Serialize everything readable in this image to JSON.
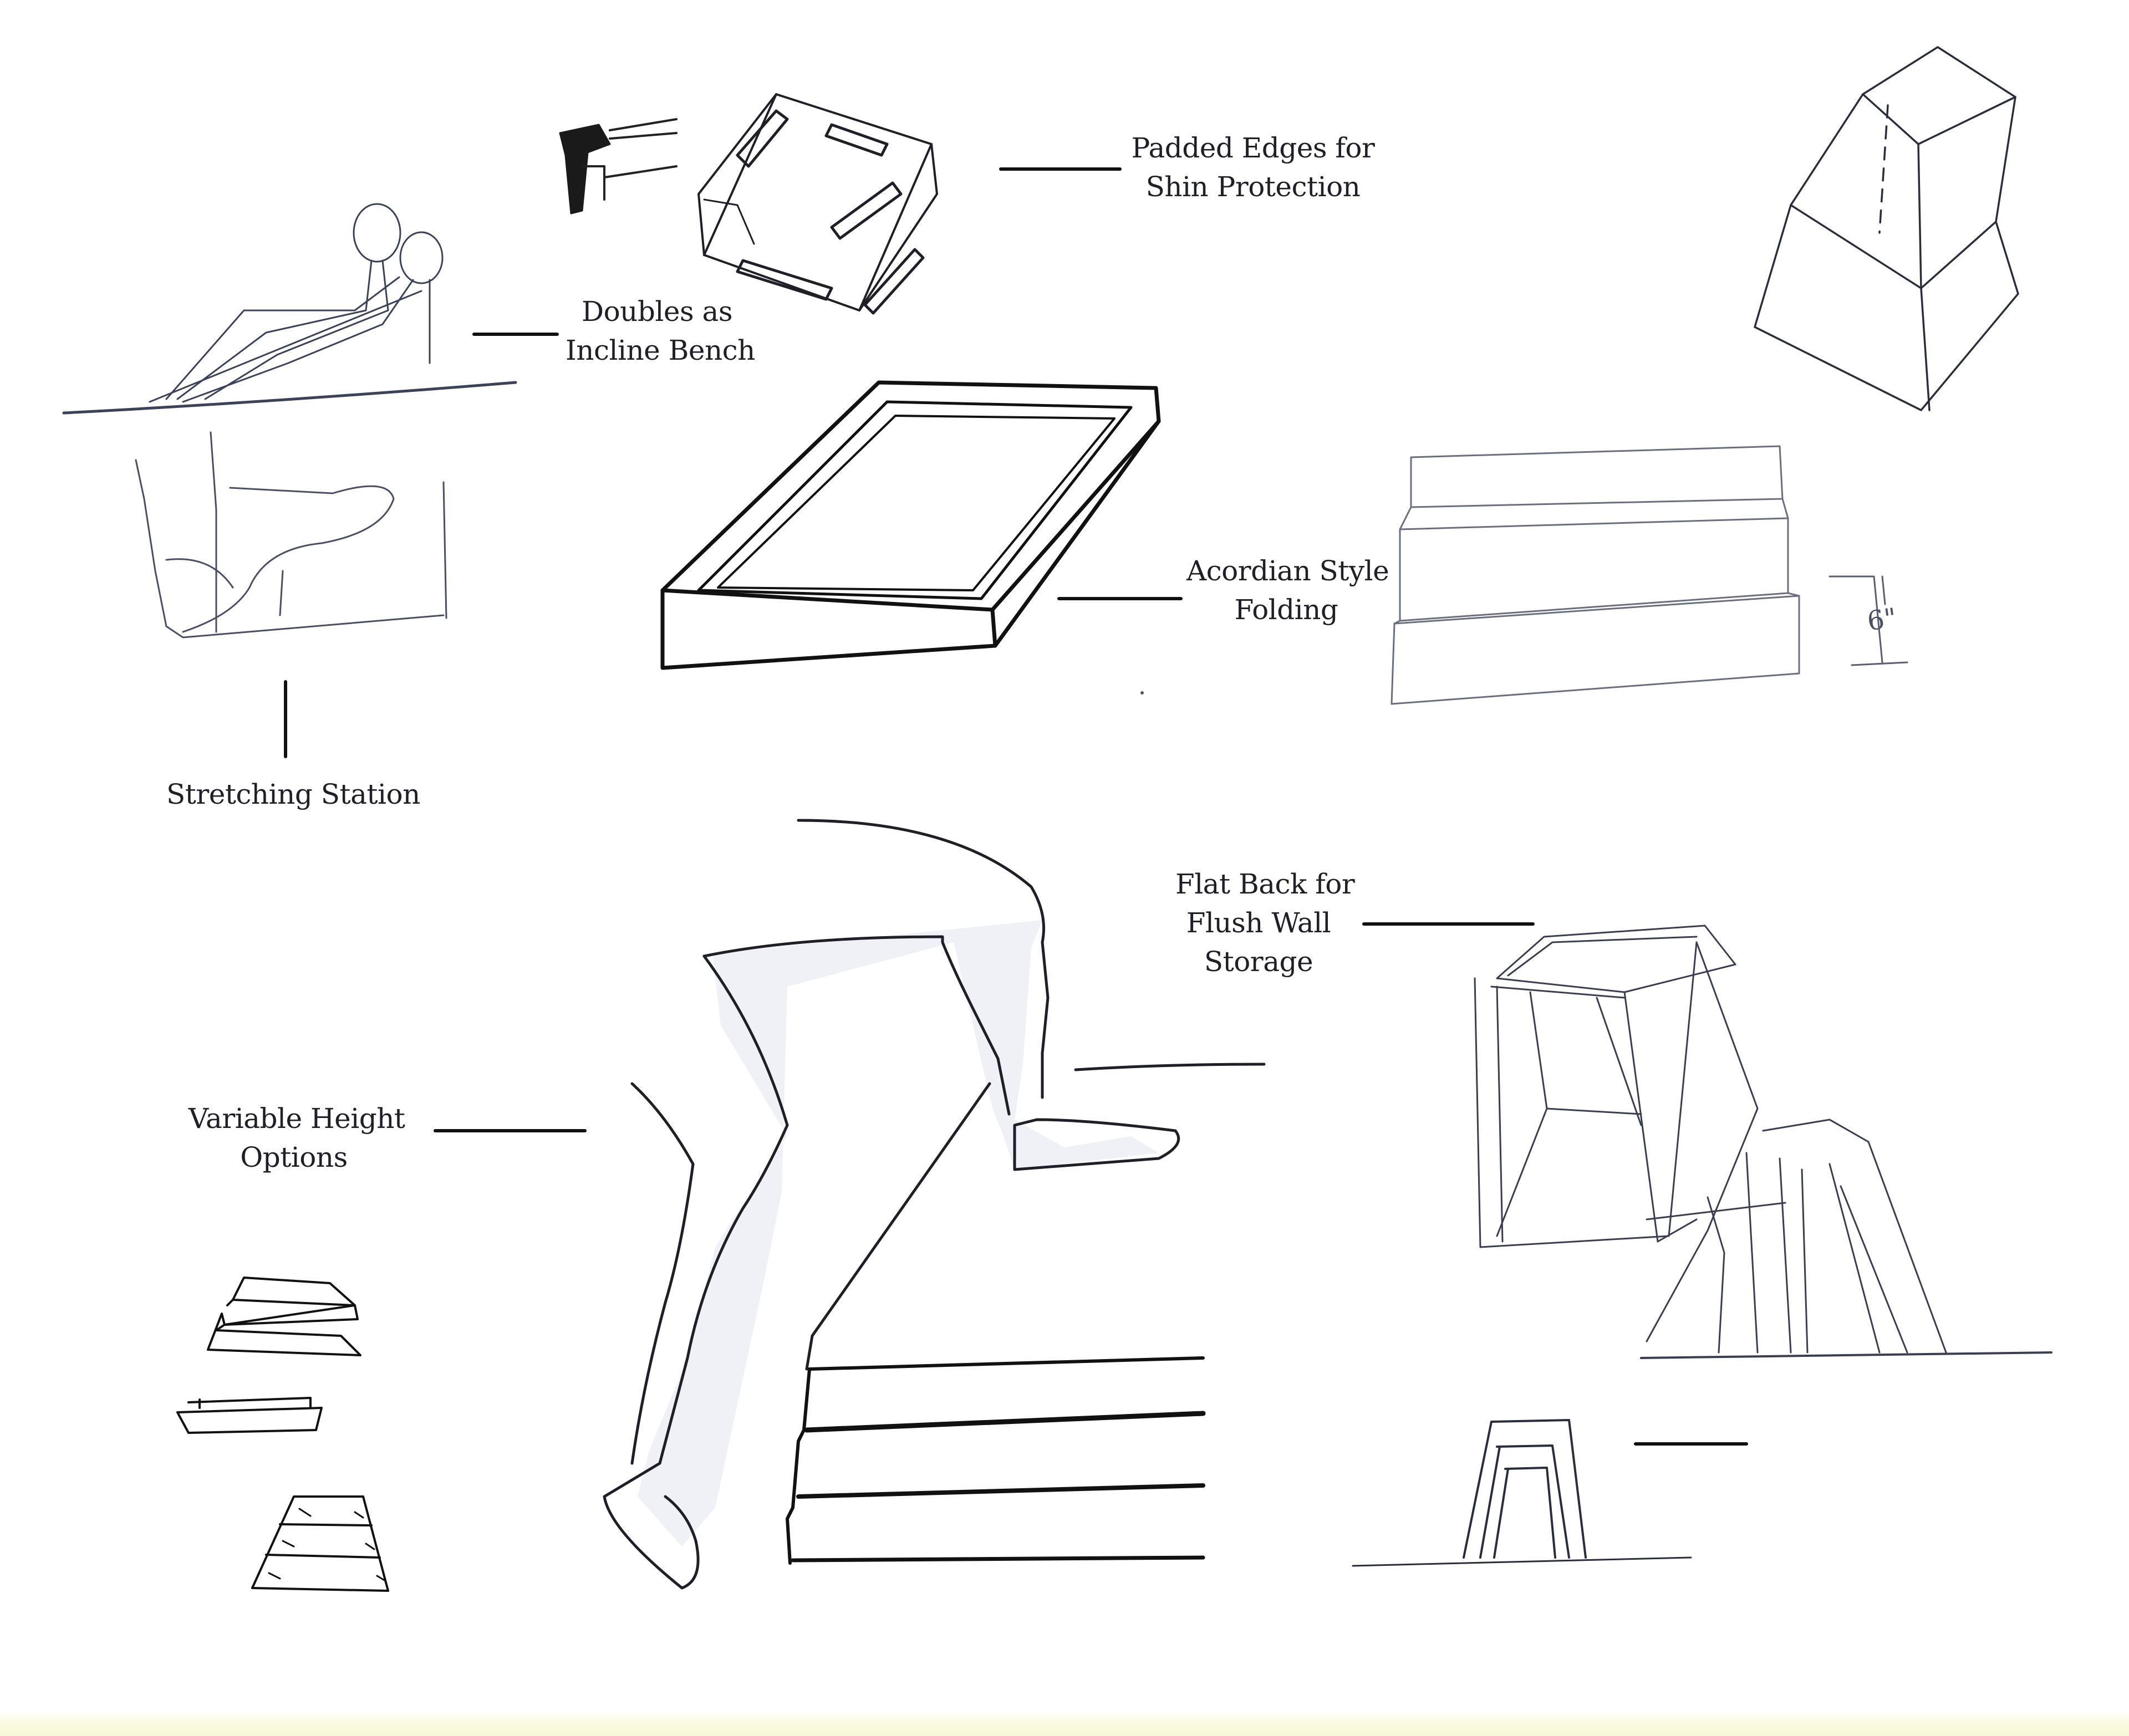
{
  "sheet": {
    "labels": {
      "padded_edges": [
        "Padded Edges for",
        "Shin Protection"
      ],
      "incline_bench": [
        "Doubles as",
        "Incline Bench"
      ],
      "folding": [
        "Acordian Style",
        "Folding"
      ],
      "stretching": [
        "Stretching Station"
      ],
      "flat_back": [
        "Flat Back for",
        "Flush Wall",
        "Storage"
      ],
      "variable_height": [
        "Variable Height",
        "Options"
      ]
    },
    "annotations": {
      "height_dimension": "6\""
    },
    "colors": {
      "ink": "#1f1f28",
      "pencil": "#4a4f63",
      "shade": "#c9cede",
      "paper_edge": "#f7f6d8"
    }
  }
}
